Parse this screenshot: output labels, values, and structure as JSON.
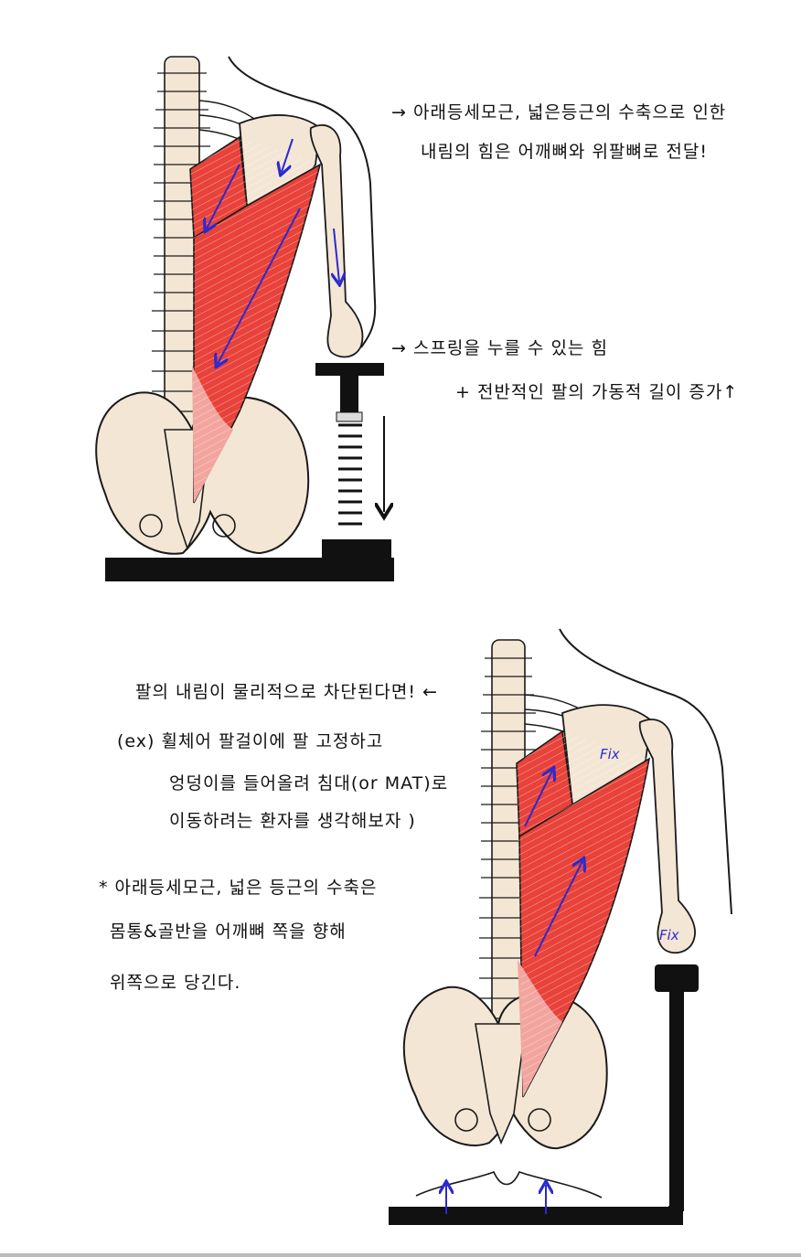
{
  "top": {
    "note1_line1": "→ 아래등세모근, 넓은등근의 수축으로 인한",
    "note1_line2": "내림의 힘은  어깨뼈와 위팔뼈로 전달!",
    "note2_line1": "→ 스프링을 누를 수 있는 힘",
    "note2_line2": "+ 전반적인  팔의 가동적 길이 증가↑"
  },
  "bottom": {
    "line1": "팔의 내림이 물리적으로 차단된다면! ←",
    "line2": "(ex) 휠체어 팔걸이에 팔 고정하고",
    "line3": "엉덩이를 들어올려 침대(or MAT)로",
    "line4": "이동하려는 환자를 생각해보자 )",
    "line5": "* 아래등세모근, 넓은 등근의 수축은",
    "line6": "몸통&골반을 어깨뼈 쪽을 향해",
    "line7": "위쪽으로 당긴다."
  },
  "labels": {
    "fix_scapula": "Fix",
    "fix_arm": "Fix"
  },
  "colors": {
    "muscle_red": "#e8423a",
    "muscle_pink": "#f2a59f",
    "bone": "#f4e6d4",
    "outline": "#1a1a1a",
    "arrow_blue": "#2a2ad0"
  }
}
